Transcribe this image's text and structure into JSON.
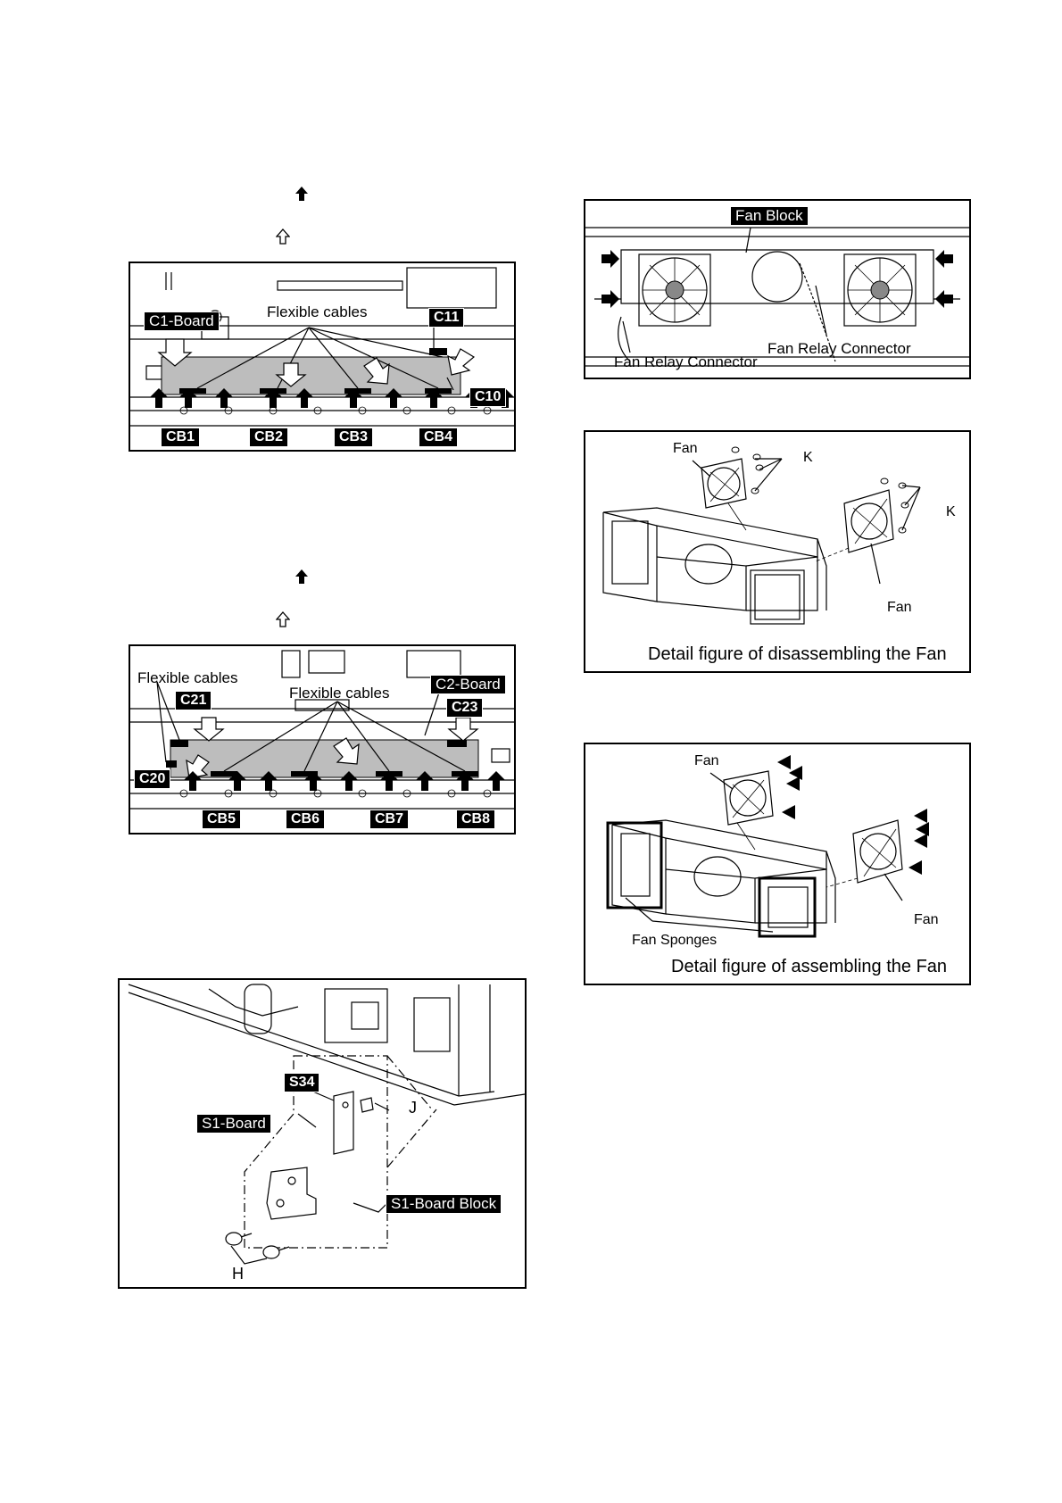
{
  "fig_c1": {
    "c1_board": "C1-Board",
    "flexible_cables": "Flexible cables",
    "c11": "C11",
    "c10": "C10",
    "cb1": "CB1",
    "cb2": "CB2",
    "cb3": "CB3",
    "cb4": "CB4"
  },
  "fig_c2": {
    "flexible_cables_left": "Flexible cables",
    "flexible_cables_center": "Flexible cables",
    "c21": "C21",
    "c2_board": "C2-Board",
    "c23": "C23",
    "c20": "C20",
    "cb5": "CB5",
    "cb6": "CB6",
    "cb7": "CB7",
    "cb8": "CB8"
  },
  "fig_s1": {
    "s34": "S34",
    "s1_board": "S1-Board",
    "s1_board_block": "S1-Board Block",
    "j": "J",
    "h": "H"
  },
  "fig_fan_block": {
    "fan_block": "Fan Block",
    "fan_relay_connector_left": "Fan Relay Connector",
    "fan_relay_connector_right": "Fan Relay Connector"
  },
  "fig_fan_disassembly": {
    "fan_top": "Fan",
    "fan_bottom": "Fan",
    "k_top": "K",
    "k_right": "K",
    "caption": "Detail figure of disassembling the Fan"
  },
  "fig_fan_assembly": {
    "fan_top": "Fan",
    "fan_bottom": "Fan",
    "fan_sponges": "Fan Sponges",
    "caption": "Detail figure of assembling the Fan"
  }
}
